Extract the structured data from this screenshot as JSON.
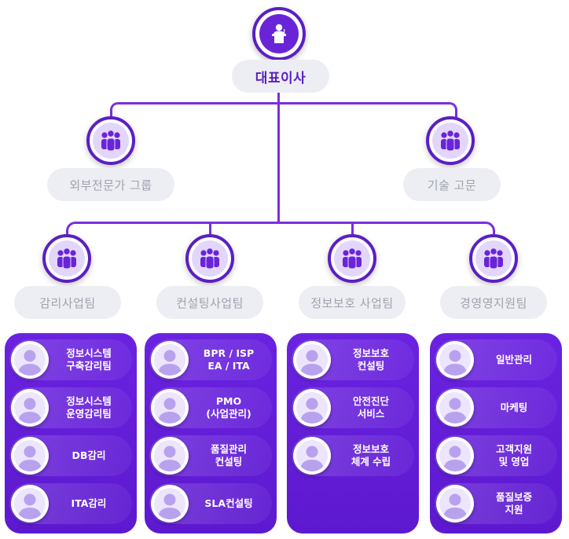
{
  "ceo": {
    "label": "대표이사",
    "icon": "podium-person-icon"
  },
  "advisory": [
    {
      "label": "외부전문가 그룹",
      "icon": "people-group-icon"
    },
    {
      "label": "기술 고문",
      "icon": "people-group-icon"
    }
  ],
  "divisions": [
    {
      "label": "감리사업팀",
      "icon": "people-group-icon",
      "teams": [
        "정보시스템\n구축감리팀",
        "정보시스템\n운영감리팀",
        "DB감리",
        "ITA감리"
      ]
    },
    {
      "label": "컨설팅사업팀",
      "icon": "people-group-icon",
      "teams": [
        "BPR / ISP\nEA / ITA",
        "PMO\n(사업관리)",
        "품질관리\n컨설팅",
        "SLA컨설팅"
      ]
    },
    {
      "label": "정보보호 사업팀",
      "icon": "people-group-icon",
      "teams": [
        "정보보호\n컨설팅",
        "안전진단\n서비스",
        "정보보호\n체계 수립"
      ]
    },
    {
      "label": "경영영지원팀",
      "icon": "people-group-icon",
      "teams": [
        "일반관리",
        "마케팅",
        "고객지원\n및 영업",
        "품질보증\n지원"
      ]
    }
  ],
  "colors": {
    "primary": "#6a22e0",
    "dark": "#5a1fc4",
    "pill_bg": "#eceef3",
    "pill_text": "#9ea2ad"
  }
}
